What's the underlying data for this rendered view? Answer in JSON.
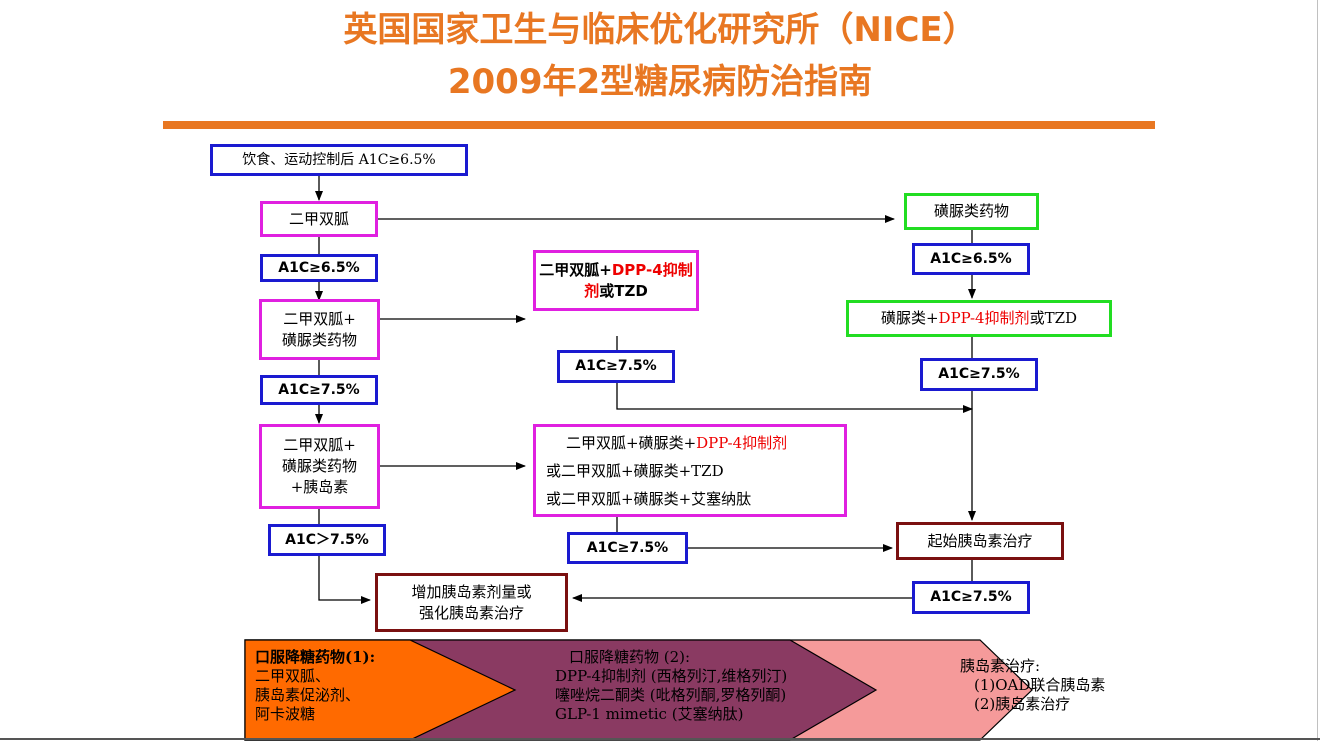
{
  "title": {
    "line1": "英国国家卫生与临床优化研究所（NICE）",
    "line2": "2009年2型糖尿病防治指南"
  },
  "nodes": {
    "start": "饮食、运动控制后 A1C≥6.5%",
    "metformin": "二甲双胍",
    "a1c_m1": "A1C≥6.5%",
    "met_su_1": "二甲双胍+",
    "met_su_2": "磺脲类药物",
    "a1c_m2": "A1C≥7.5%",
    "met_su_ins_1": "二甲双胍+",
    "met_su_ins_2": "磺脲类药物",
    "met_su_ins_3": "+胰岛素",
    "a1c_m3": "A1C＞7.5%",
    "increase_1": "增加胰岛素剂量或",
    "increase_2": "强化胰岛素治疗",
    "met_dpp_a": "二甲双胍+",
    "met_dpp_red": "DPP-4抑制剂",
    "met_dpp_b": "或TZD",
    "a1c_c1": "A1C≥7.5%",
    "triple_1a": "二甲双胍+磺脲类+",
    "triple_1red": "DPP-4抑制剂",
    "triple_2": "或二甲双胍+磺脲类+TZD",
    "triple_3": "或二甲双胍+磺脲类+艾塞纳肽",
    "a1c_c2": "A1C≥7.5%",
    "su": "磺脲类药物",
    "a1c_r1": "A1C≥6.5%",
    "su_dpp_a": "磺脲类+",
    "su_dpp_red": "DPP-4抑制剂",
    "su_dpp_b": "或TZD",
    "a1c_r2": "A1C≥7.5%",
    "start_insulin": "起始胰岛素治疗",
    "a1c_r3": "A1C≥7.5%"
  },
  "band": {
    "oral1": [
      "口服降糖药物(1):",
      "二甲双胍、",
      "胰岛素促泌剂、",
      "阿卡波糖"
    ],
    "oral2": [
      "口服降糖药物 (2):",
      "DPP-4抑制剂 (西格列汀,维格列汀)",
      "噻唑烷二酮类 (吡格列酮,罗格列酮)",
      "GLP-1 mimetic (艾塞纳肽)"
    ],
    "insulin": [
      "胰岛素治疗:",
      "(1)OAD联合胰岛素",
      "(2)胰岛素治疗"
    ]
  },
  "colors": {
    "title": "#e87722",
    "box_blue": "#1a1ad0",
    "box_magenta": "#e020e0",
    "box_green": "#22dd22",
    "box_brown": "#7a1010",
    "highlight_red": "#ee0000",
    "band_orange": "#ff6a00",
    "band_purple": "#8a3a62",
    "band_pink": "#f59a9a"
  }
}
